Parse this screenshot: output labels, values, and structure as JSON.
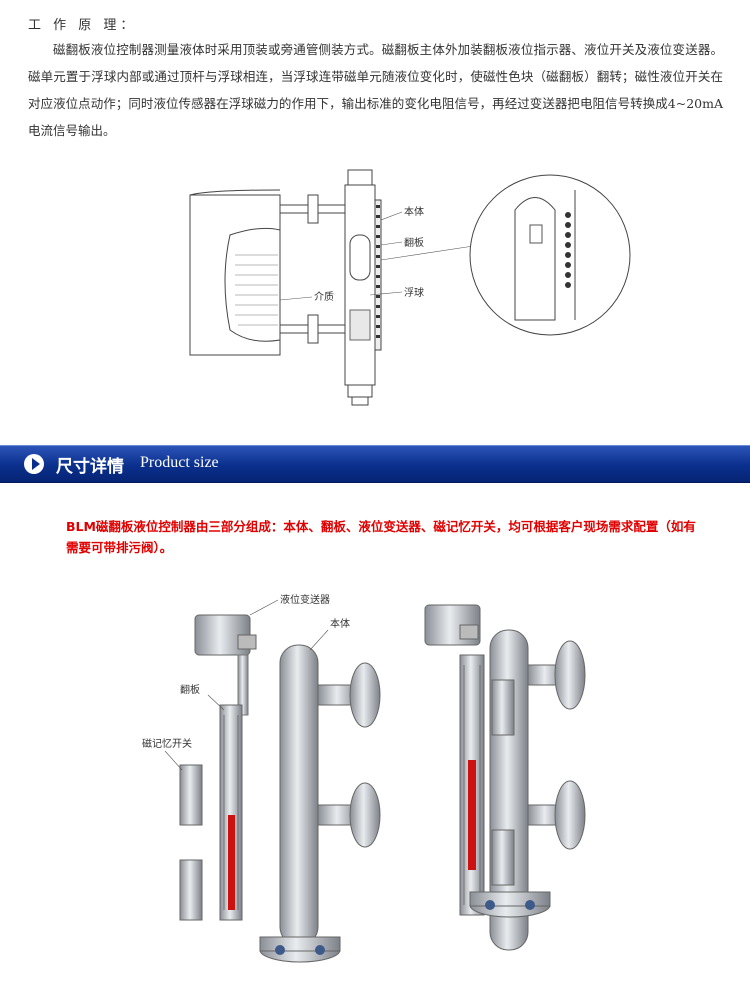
{
  "principle": {
    "title": "工 作 原 理：",
    "body": "磁翻板液位控制器测量液体时采用顶装或旁通管侧装方式。磁翻板主体外加装翻板液位指示器、液位开关及液位变送器。磁单元置于浮球内部或通过顶杆与浮球相连，当浮球连带磁单元随液位变化时，使磁性色块（磁翻板）翻转；磁性液位开关在对应液位点动作；同时液位传感器在浮球磁力的作用下，输出标准的变化电阻信号，再经过变送器把电阻信号转换成4~20mA电流信号输出。",
    "labels": {
      "body": "本体",
      "flap": "翻板",
      "float": "浮球",
      "medium": "介质"
    }
  },
  "banner": {
    "cn": "尺寸详情",
    "en": "Product size",
    "icon": "play-circle-icon"
  },
  "note": "BLM磁翻板液位控制器由三部分组成：本体、翻板、液位变送器、磁记忆开关，均可根据客户现场需求配置（如有需要可带排污阀）。",
  "product": {
    "labels": {
      "transmitter": "液位变送器",
      "body": "本体",
      "flap": "翻板",
      "switch": "磁记忆开关"
    }
  },
  "colors": {
    "banner": "#0a2f8c",
    "note": "#e00000",
    "indicator": "#cc1111"
  }
}
